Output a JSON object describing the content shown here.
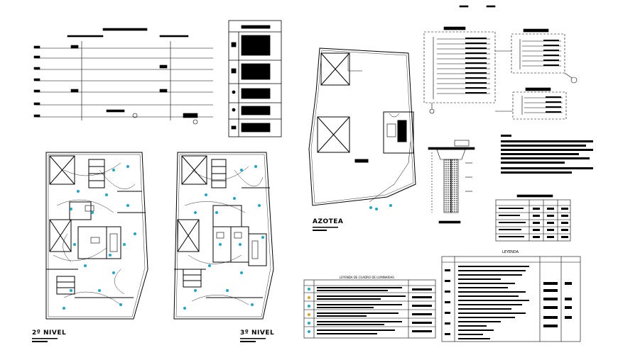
{
  "drawing": {
    "labels": {
      "azotea": "AZOTEA",
      "nivel_2": "2º NIVEL",
      "nivel_3": "3º NIVEL",
      "legend_right_title": "LEYENDA",
      "legend_bottom_title": "LEYENDA DE CUADRO DE LUMINARIAS"
    },
    "colors": {
      "line": "#000000",
      "accent_cyan": "#1ba7c9",
      "background": "#ffffff"
    }
  }
}
